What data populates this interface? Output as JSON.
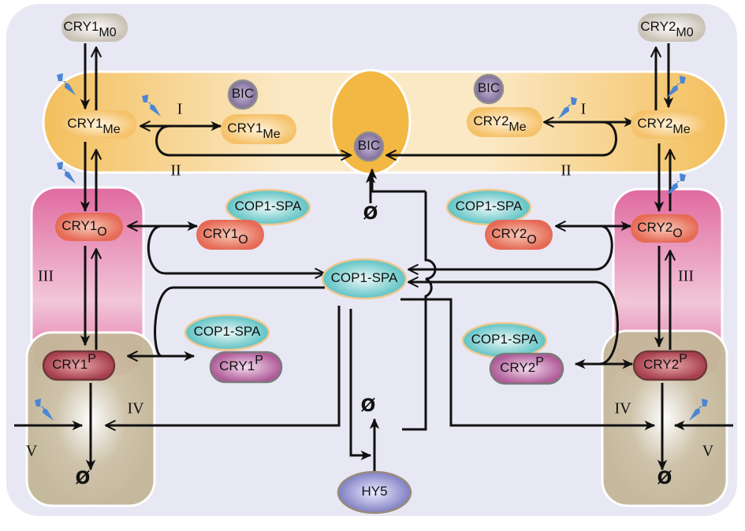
{
  "colors": {
    "background": "#e8e8f4",
    "membrane_band": "#f4c46a",
    "nucleus_core": "#f3b843",
    "pink_region": "#e277a6",
    "tan_region": "#cbbfa3",
    "bic": "#8a7aa3",
    "cop1_spa": "#5ec4c4",
    "hy5": "#8585c6",
    "light_bolt": "#4a86d4"
  },
  "nodes": [
    {
      "id": "cry1-m0",
      "base": "CRY1",
      "sub": "M0"
    },
    {
      "id": "cry1-me",
      "base": "CRY1",
      "sub": "Me"
    },
    {
      "id": "bic-left",
      "base": "BIC"
    },
    {
      "id": "cry1-me-bic",
      "base": "CRY1",
      "sub": "Me"
    },
    {
      "id": "bic-center",
      "base": "BIC"
    },
    {
      "id": "bic-right",
      "base": "BIC"
    },
    {
      "id": "cry2-me-bic",
      "base": "CRY2",
      "sub": "Me"
    },
    {
      "id": "cry2-m0",
      "base": "CRY2",
      "sub": "M0"
    },
    {
      "id": "cry2-me",
      "base": "CRY2",
      "sub": "Me"
    },
    {
      "id": "cry1-o",
      "base": "CRY1",
      "sub": "O"
    },
    {
      "id": "cop1-spa-1",
      "base": "COP1-SPA"
    },
    {
      "id": "cry1-o-complex",
      "base": "CRY1",
      "sub": "O"
    },
    {
      "id": "cop1-spa-center",
      "base": "COP1-SPA"
    },
    {
      "id": "cop1-spa-2",
      "base": "COP1-SPA"
    },
    {
      "id": "cry2-o-complex",
      "base": "CRY2",
      "sub": "O"
    },
    {
      "id": "cry2-o",
      "base": "CRY2",
      "sub": "O"
    },
    {
      "id": "cry1-p",
      "base": "CRY1",
      "sup": "P"
    },
    {
      "id": "cop1-spa-3",
      "base": "COP1-SPA"
    },
    {
      "id": "cry1-p-complex",
      "base": "CRY1",
      "sup": "P"
    },
    {
      "id": "cop1-spa-4",
      "base": "COP1-SPA"
    },
    {
      "id": "cry2-p-complex",
      "base": "CRY2",
      "sup": "P"
    },
    {
      "id": "cry2-p",
      "base": "CRY2",
      "sup": "P"
    },
    {
      "id": "hy5",
      "base": "HY5"
    }
  ],
  "steps": [
    "I",
    "II",
    "I",
    "II",
    "III",
    "III",
    "IV",
    "IV",
    "V",
    "V"
  ],
  "degradation_symbol": "Ø",
  "light_icon": "lightning-bolt-icon"
}
